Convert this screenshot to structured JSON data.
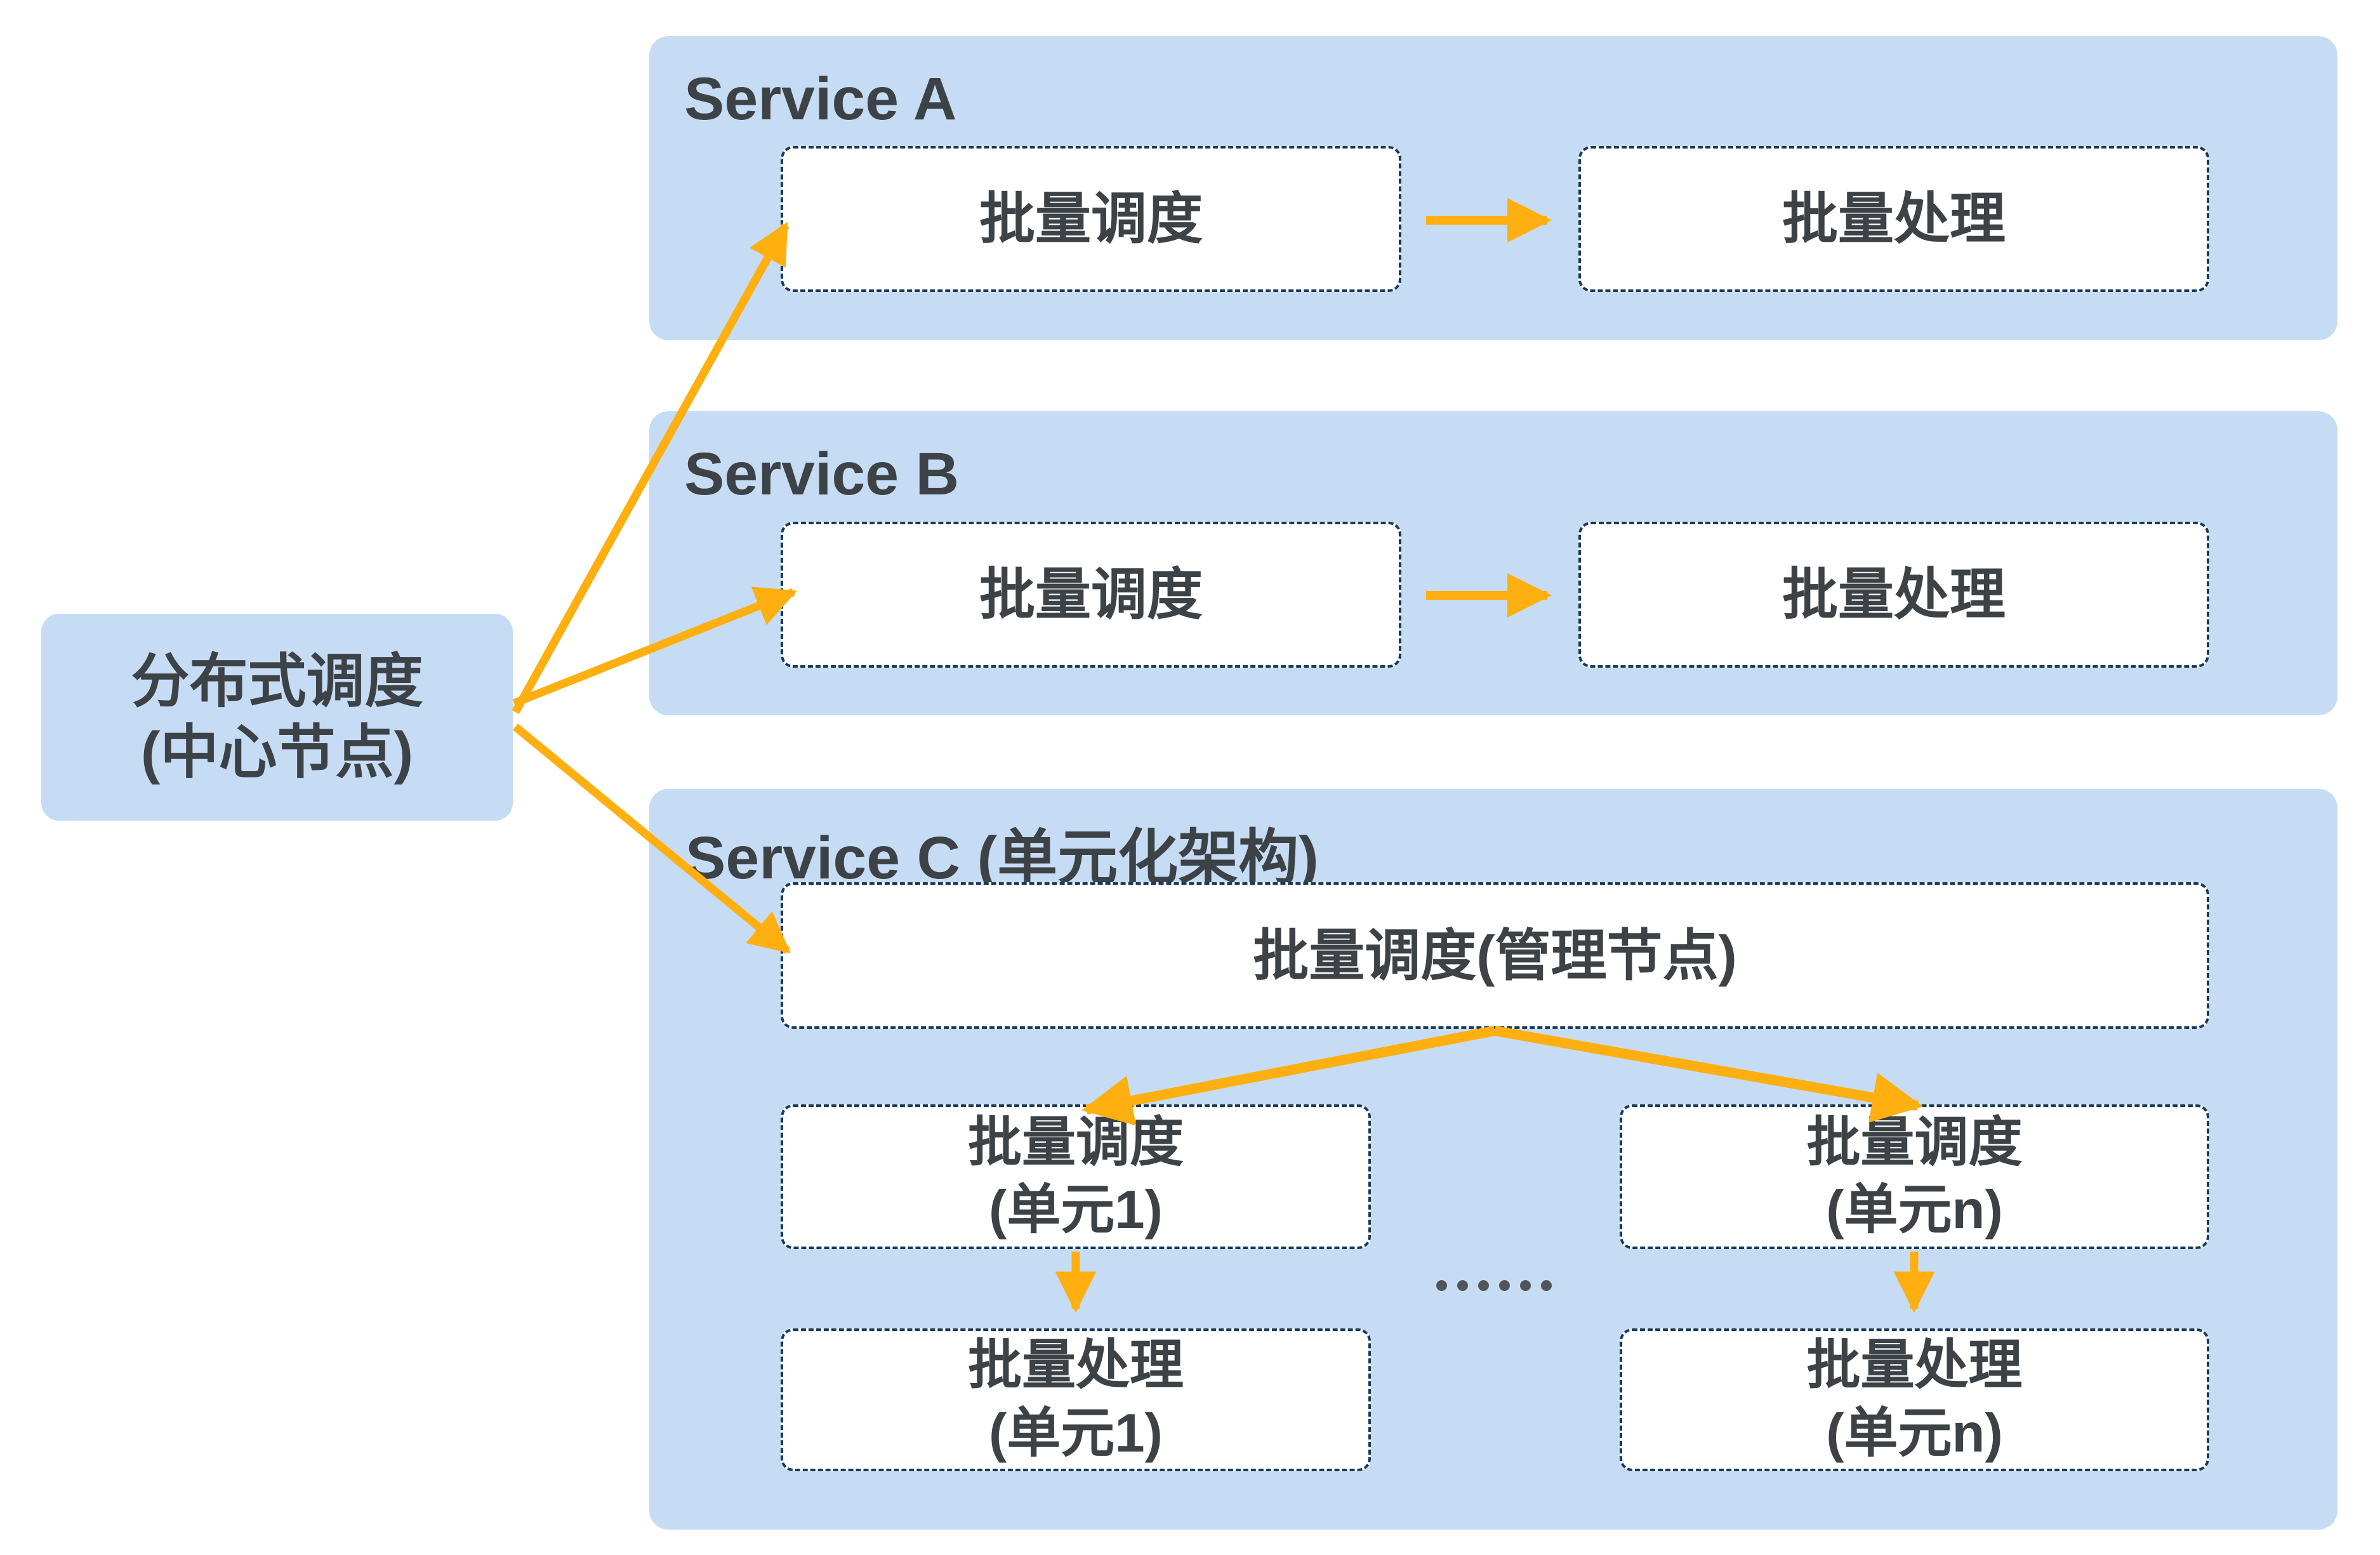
{
  "central_node": {
    "line1": "分布式调度",
    "line2": "(中心节点)"
  },
  "services": [
    {
      "title": "Service A",
      "boxes": {
        "scheduler": "批量调度",
        "processor": "批量处理"
      }
    },
    {
      "title": "Service B",
      "boxes": {
        "scheduler": "批量调度",
        "processor": "批量处理"
      }
    },
    {
      "title": "Service C (单元化架构)",
      "manager_box": "批量调度(管理节点)",
      "units": [
        {
          "scheduler": [
            "批量调度",
            "(单元1)"
          ],
          "processor": [
            "批量处理",
            "(单元1)"
          ]
        },
        {
          "scheduler": [
            "批量调度",
            "(单元n)"
          ],
          "processor": [
            "批量处理",
            "(单元n)"
          ]
        }
      ],
      "ellipsis_dots": 6
    }
  ],
  "colors": {
    "panel_bg": "#C6DCF4",
    "box_border": "#17395E",
    "text": "#3D4247",
    "arrow": "#FFAF10",
    "dots": "#515559"
  }
}
